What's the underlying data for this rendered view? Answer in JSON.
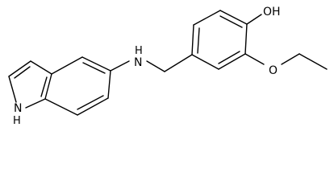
{
  "structure": {
    "atoms": {
      "hydroxyl": "OH",
      "ether_oxygen": "O",
      "amine": "H",
      "amine_n": "N",
      "indole_nh_h": "H",
      "indole_nh_n": "N"
    }
  }
}
